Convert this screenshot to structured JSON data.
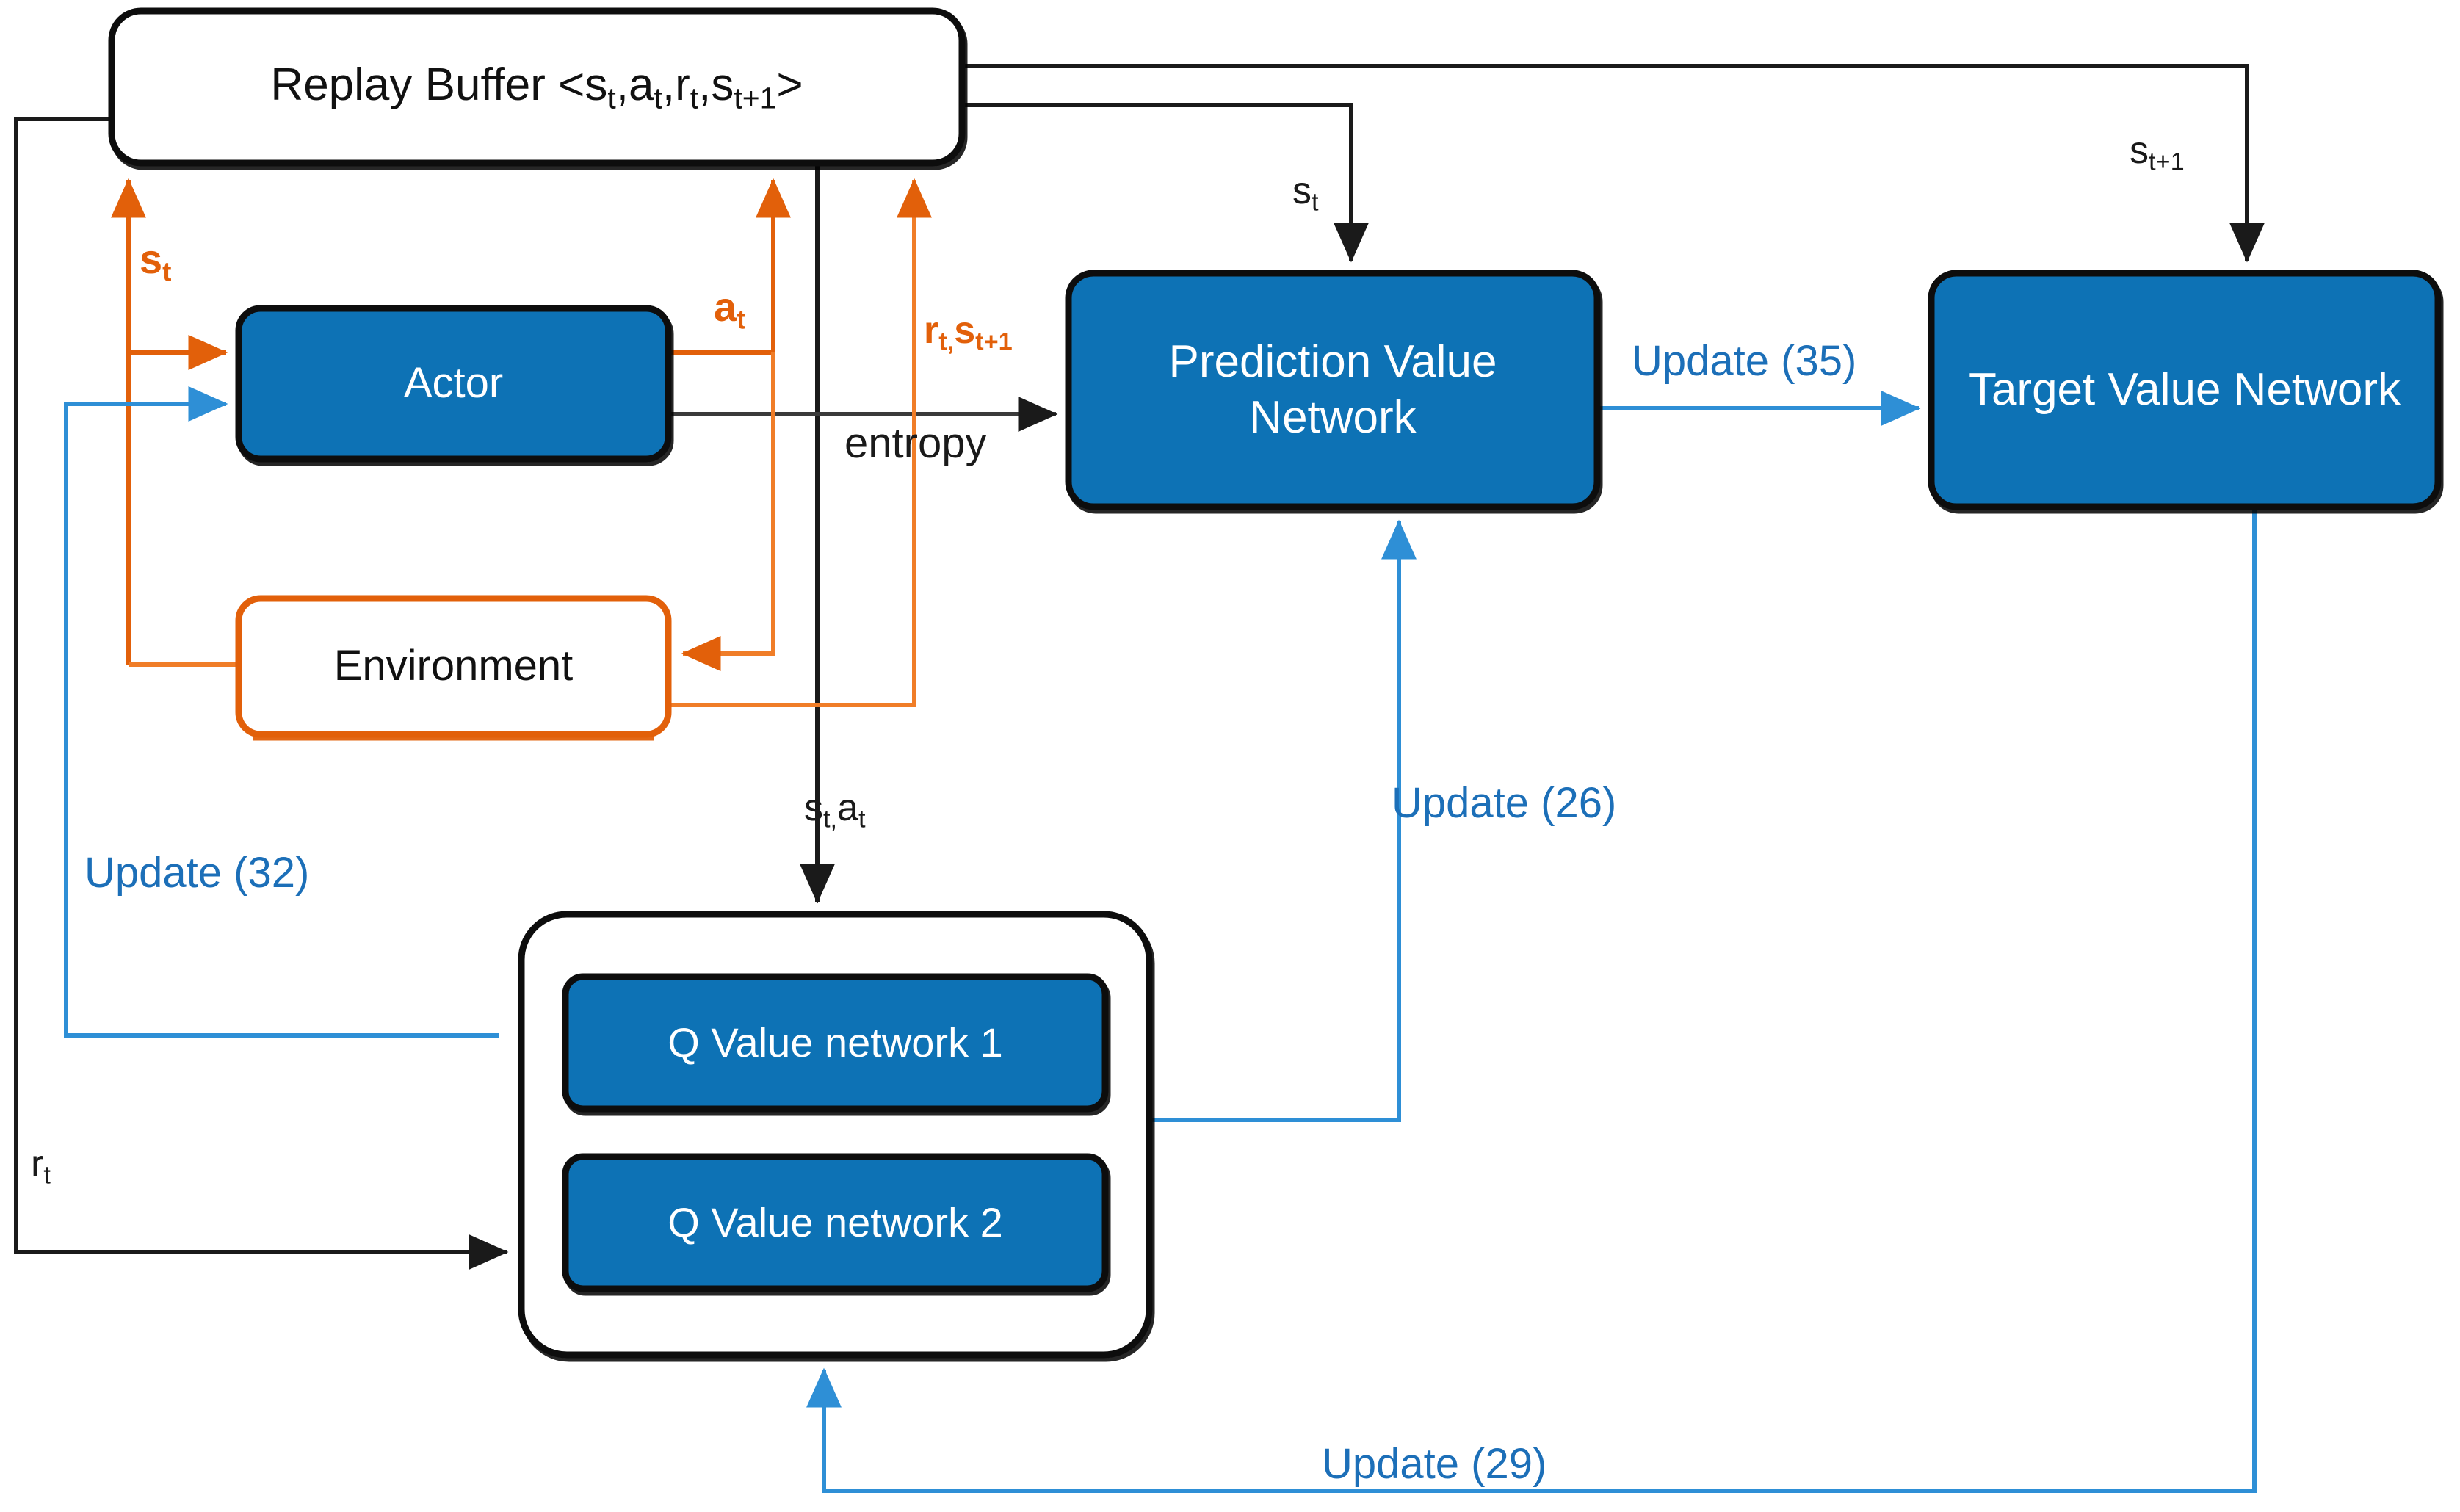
{
  "diagram": {
    "title_text": "Soft Actor-Critic architecture block diagram",
    "colors": {
      "blue_fill": "#0A72B5",
      "blue_stroke": "#111111",
      "orange": "#E2600A",
      "orange_light": "#F07D28",
      "light_blue": "#2E8FD6",
      "update_text_blue": "#1C6FB8",
      "black": "#1A1A1A",
      "white": "#FFFFFF"
    },
    "nodes": [
      {
        "id": "replay-buffer",
        "label": "Replay Buffer <s_t,a_t,r_t,s_t+1>",
        "style": "white-black"
      },
      {
        "id": "actor",
        "label": "Actor",
        "style": "blue"
      },
      {
        "id": "environment",
        "label": "Environment",
        "style": "white-orange"
      },
      {
        "id": "prediction-value-network",
        "label": "Prediction Value Network",
        "style": "blue"
      },
      {
        "id": "target-value-network",
        "label": "Target Value Network",
        "style": "blue"
      },
      {
        "id": "q-value-group",
        "label": "",
        "style": "white-black"
      },
      {
        "id": "q-value-network-1",
        "label": "Q Value network 1",
        "style": "blue"
      },
      {
        "id": "q-value-network-2",
        "label": "Q Value network 2",
        "style": "blue"
      }
    ],
    "edge_labels": {
      "state_orange": "s",
      "state_orange_sub": "t",
      "action_orange": "a",
      "action_orange_sub": "t",
      "reward_next_orange_r": "r",
      "reward_next_orange_rsub": "t,",
      "reward_next_orange_s": "s",
      "reward_next_orange_ssub": "t+1",
      "state_black_pred": "s",
      "state_black_pred_sub": "t",
      "state_next_black": "s",
      "state_next_black_sub": "t+1",
      "entropy": "entropy",
      "state_action_black_s": "s",
      "state_action_black_ssub": "t,",
      "state_action_black_a": "a",
      "state_action_black_asub": "t",
      "reward_black": "r",
      "reward_black_sub": "t",
      "update_35": "Update (35)",
      "update_32": "Update (32)",
      "update_26": "Update (26)",
      "update_29": "Update (29)"
    }
  }
}
